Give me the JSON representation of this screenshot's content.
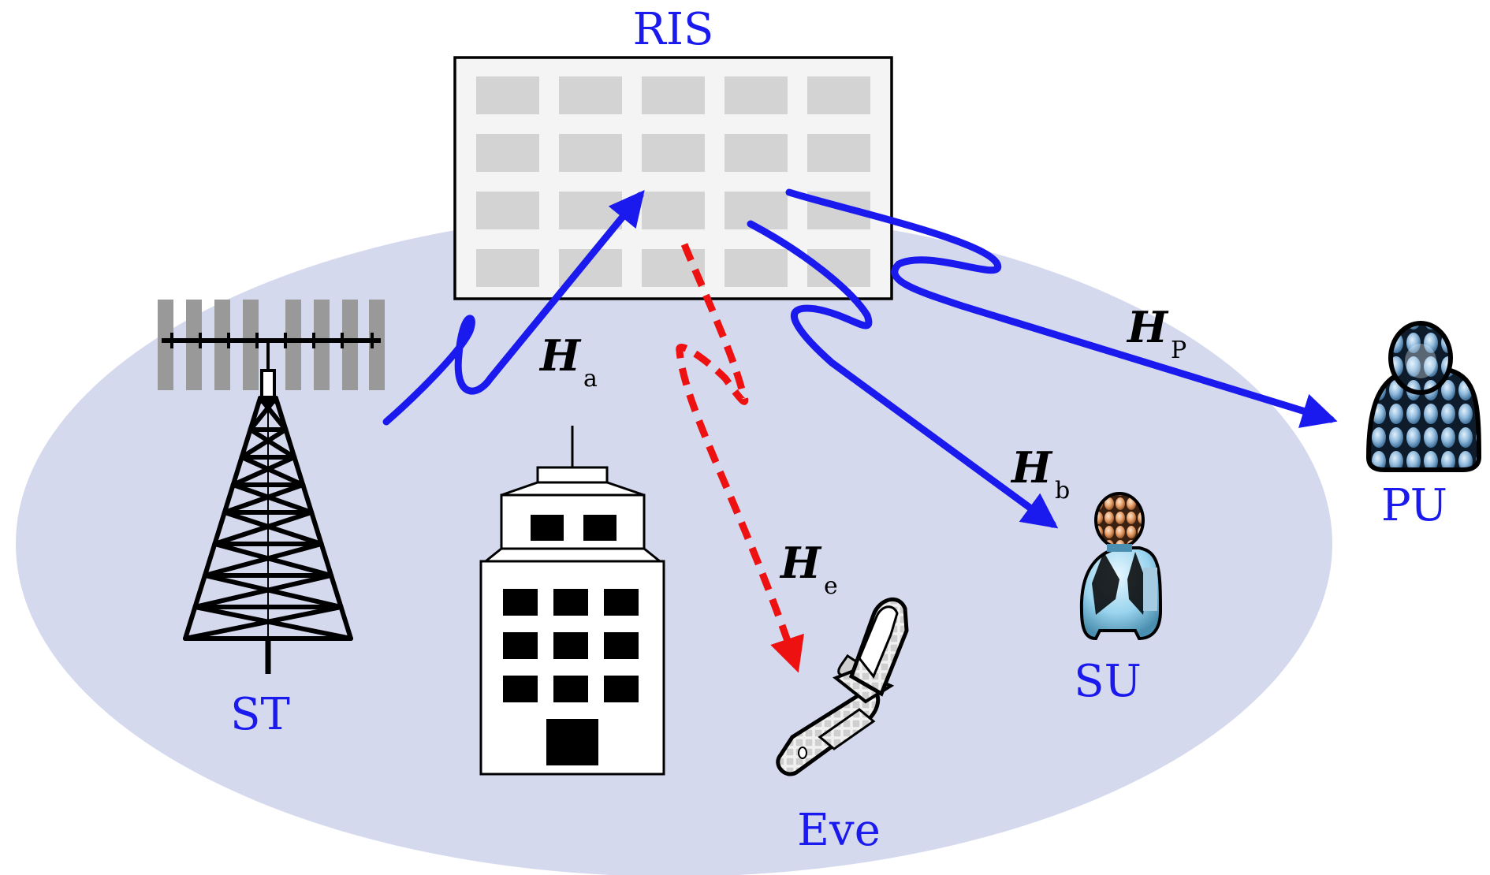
{
  "colors": {
    "coverage": "#d5d9ee",
    "label": "#1a1aee",
    "legit_link": "#1a1aee",
    "eve_link": "#ee1111"
  },
  "nodes": {
    "ris": "RIS",
    "st": "ST",
    "eve": "Eve",
    "su": "SU",
    "pu": "PU"
  },
  "channels": {
    "ha": {
      "main": "H",
      "sub": "a"
    },
    "hb": {
      "main": "H",
      "sub": "b"
    },
    "he": {
      "main": "H",
      "sub": "e"
    },
    "hp": {
      "main": "H",
      "sub": "P"
    }
  },
  "icons": {
    "ris": "ris-panel-icon",
    "st": "transmission-tower-icon",
    "building": "building-icon",
    "eve": "mobile-phone-icon",
    "su": "user-icon",
    "pu": "user-icon"
  }
}
